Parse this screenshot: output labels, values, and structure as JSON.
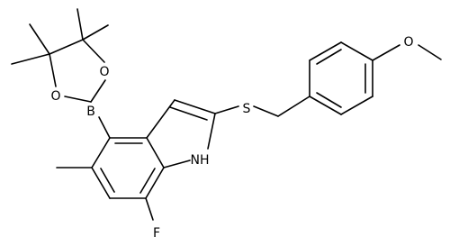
{
  "molecule": {
    "atom_labels": {
      "O_methoxy": "O",
      "S": "S",
      "B": "B",
      "O_boronate_top": "O",
      "O_boronate_left": "O",
      "NH": "NH",
      "F": "F"
    }
  }
}
